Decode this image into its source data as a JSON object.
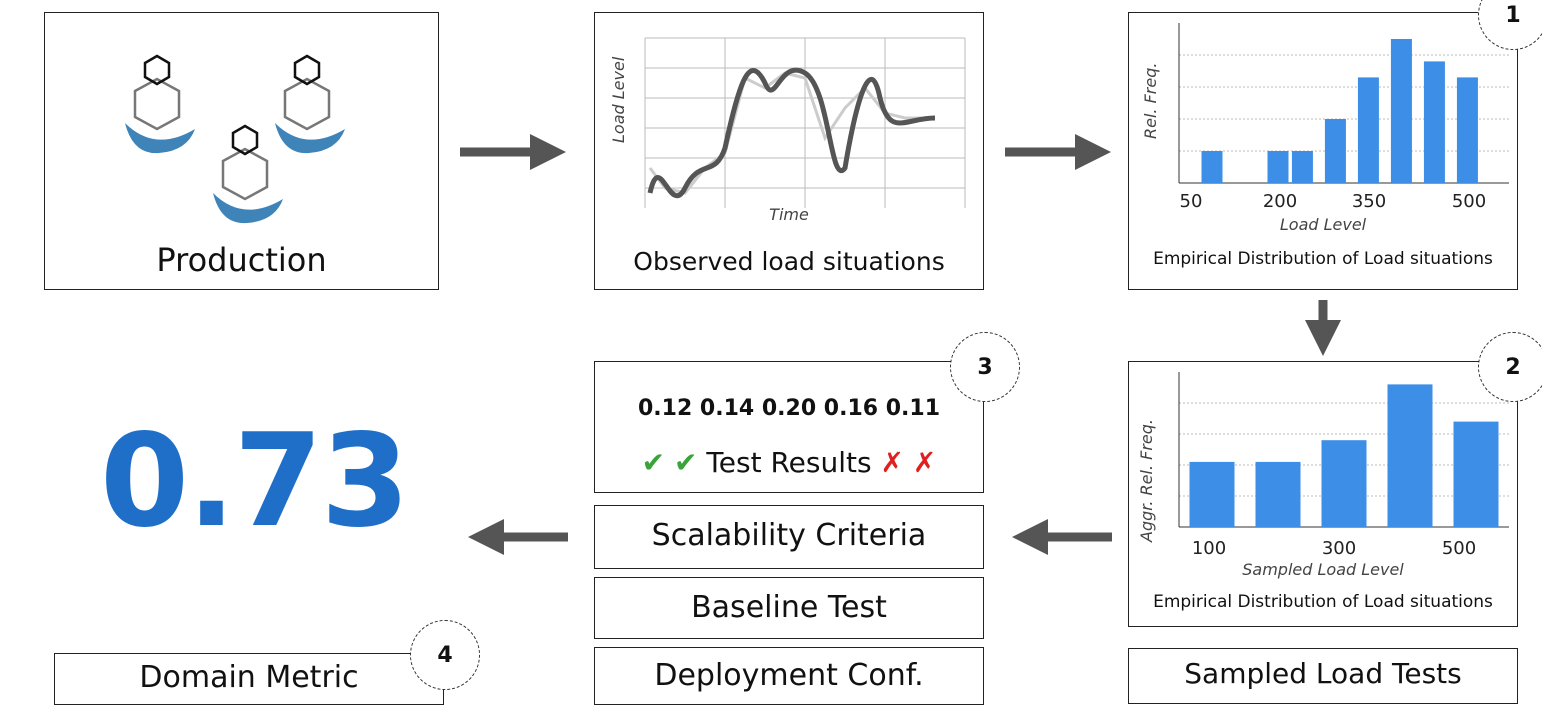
{
  "production": {
    "label": "Production"
  },
  "observed": {
    "label": "Observed load situations",
    "xlabel": "Time",
    "ylabel": "Load Level"
  },
  "empirical1": {
    "label": "Empirical Distribution of Load situations",
    "badge": "1",
    "ticks": [
      "50",
      "200",
      "350",
      "500"
    ]
  },
  "sampled_chart": {
    "label": "Empirical Distribution of Load situations",
    "badge": "2",
    "ticks": [
      "100",
      "300",
      "500"
    ]
  },
  "sampled_tests": {
    "label": "Sampled Load Tests"
  },
  "results": {
    "values": "0.12 0.14 0.20 0.16 0.11",
    "label": "Test Results",
    "badge": "3",
    "pass_mark": "✔",
    "fail_mark": "✗"
  },
  "criteria": {
    "label": "Scalability Criteria"
  },
  "baseline": {
    "label": "Baseline Test"
  },
  "deployment": {
    "label": "Deployment Conf."
  },
  "metric": {
    "value": "0.73",
    "label": "Domain Metric",
    "badge": "4"
  },
  "colors": {
    "accent": "#1f6fc9",
    "bar": "#3d8ee6",
    "arrow": "#555555",
    "pass": "#3aa33a",
    "fail": "#e02020"
  },
  "chart_data": [
    {
      "type": "bar",
      "title": "",
      "xlabel": "Load Level",
      "ylabel": "Rel. Freq.",
      "x": [
        75,
        175,
        212,
        262,
        312,
        362,
        412,
        462
      ],
      "values": [
        1,
        1,
        1,
        2,
        3.3,
        4.5,
        3.8,
        3.3
      ],
      "xlim": [
        25,
        525
      ],
      "ylim": [
        0,
        5
      ]
    },
    {
      "type": "bar",
      "title": "",
      "xlabel": "Sampled Load Level",
      "ylabel": "Aggr. Rel. Freq.",
      "x": [
        100,
        200,
        300,
        400,
        500
      ],
      "values": [
        2.1,
        2.1,
        2.8,
        4.6,
        3.4
      ],
      "xlim": [
        50,
        550
      ],
      "ylim": [
        0,
        5
      ]
    }
  ]
}
